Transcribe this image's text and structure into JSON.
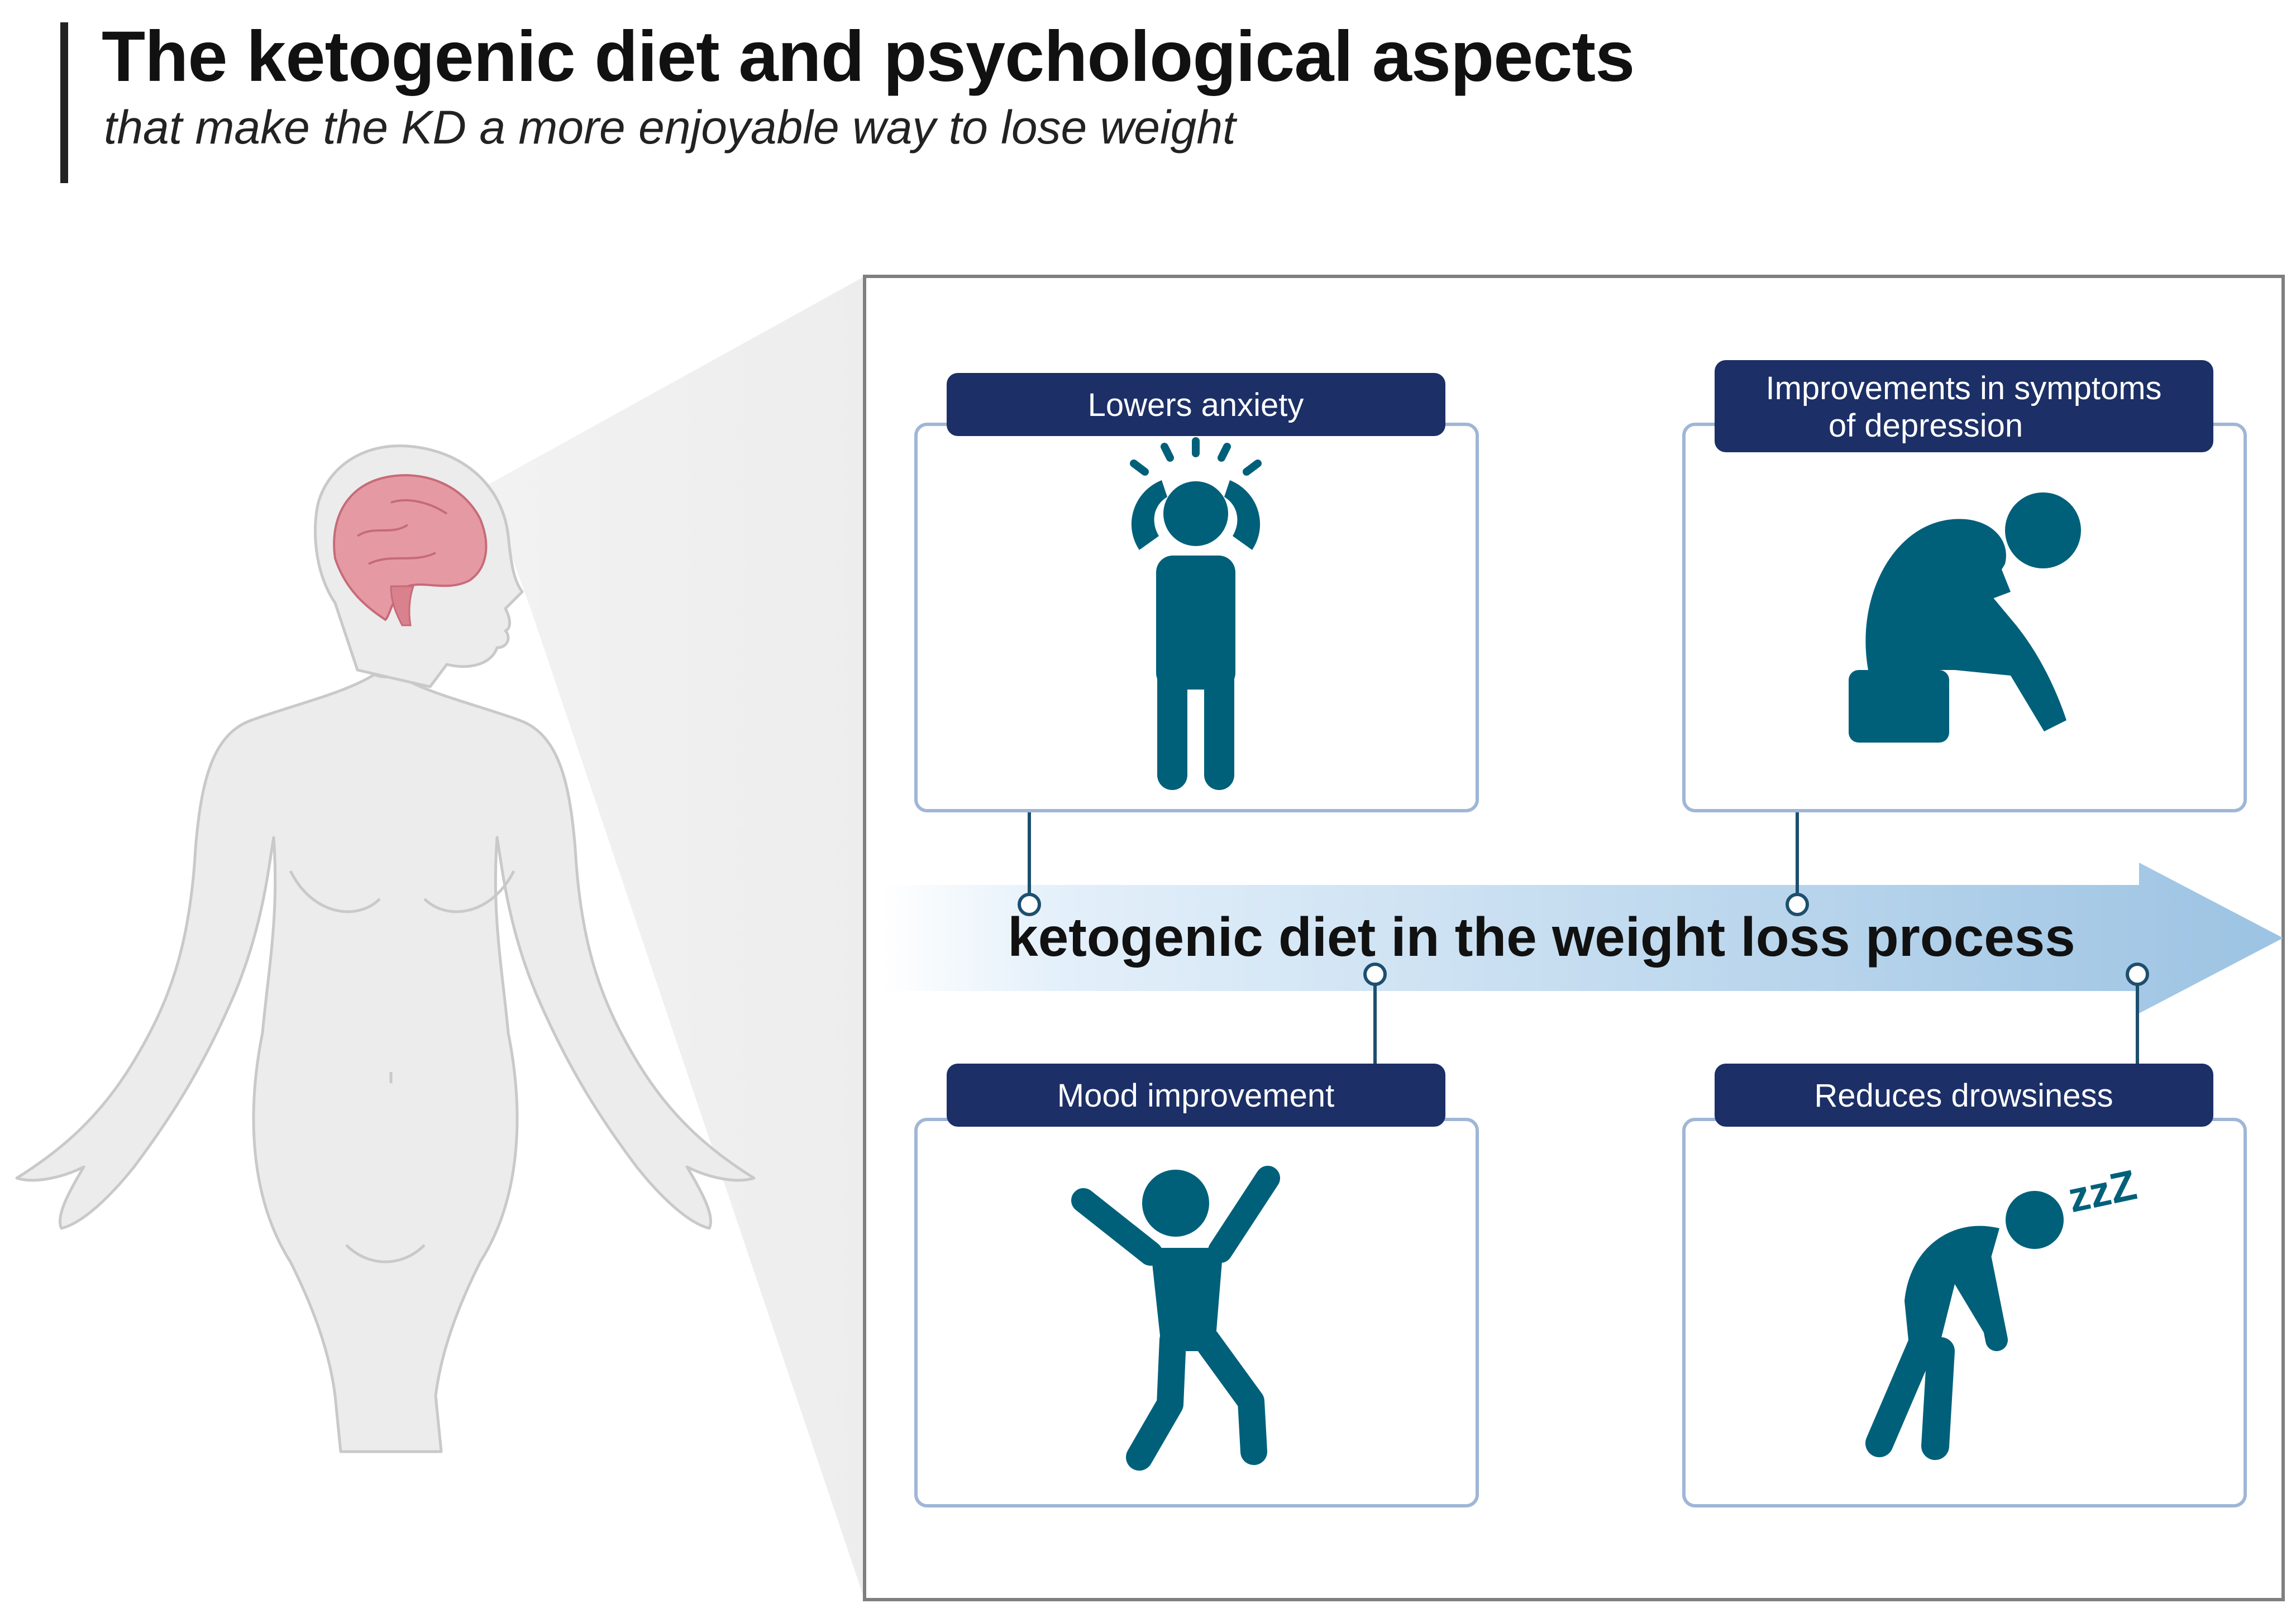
{
  "header": {
    "title": "The ketogenic diet and psychological aspects",
    "subtitle": "that make the KD a more enjoyable way to lose weight"
  },
  "arrow": {
    "label": "ketogenic diet in the weight loss process"
  },
  "cards": {
    "anxiety": {
      "label": "Lowers anxiety",
      "icon": "stressed-person-icon"
    },
    "depression": {
      "label_line1": "Improvements in symptoms",
      "label_line2": "of depression",
      "icon": "sad-sitting-person-icon"
    },
    "mood": {
      "label": "Mood improvement",
      "icon": "jumping-person-icon"
    },
    "drowsiness": {
      "label": "Reduces drowsiness",
      "icon": "sleepy-person-icon",
      "sleep_text": "zzZ"
    }
  },
  "colors": {
    "label_box": "#1c2f66",
    "icon": "#00607a",
    "card_border": "#9fb6d6",
    "arrow_end": "#9cc3e3",
    "brain": "#e59aa3"
  }
}
